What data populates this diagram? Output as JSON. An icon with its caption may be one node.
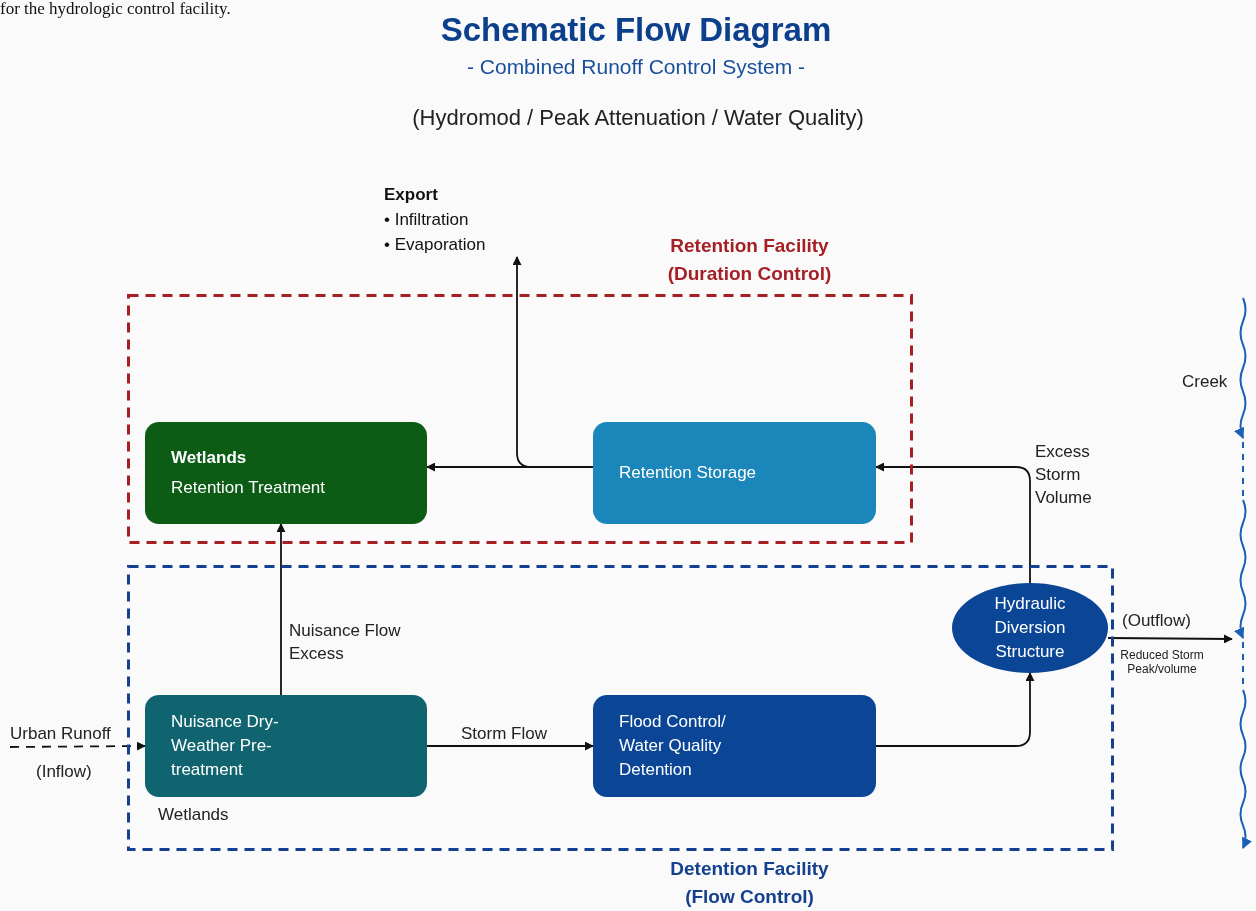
{
  "diagram": {
    "title": "Schematic Flow Diagram",
    "nodes": [
      {
        "text": [
          "Retention Facility (Duration Control)"
        ]
      },
      {
        "text": [
          "Wetlands",
          "Retention Treatment"
        ],
        "in": 0
      },
      {
        "text": [
          "Retention Storage"
        ],
        "in": 0
      },
      {
        "text": [
          "Detention Facility (Flow Control)"
        ]
      },
      {
        "text": [
          "Nuisance Dry-Weather Pre-treatment"
        ],
        "in": 3,
        "beside": [
          "Wetlands"
        ]
      },
      {
        "text": [
          "Flood Control/ Water Quality Detention"
        ],
        "in": 3
      },
      {
        "text": [
          "Hydraulic Diversion Structure"
        ],
        "in": 3
      },
      {
        "text": [
          "Export",
          "• Infiltration",
          "• Evaporation"
        ]
      },
      {
        "text": [],
        "shape": "line",
        "beside": [
          "Creek"
        ]
      }
    ],
    "edges": [
      {
        "from": null,
        "to": 4,
        "arrow": "to",
        "label": "Urban Runoff",
        "style": "dashed"
      },
      {
        "from": 4,
        "to": 1,
        "arrow": "to",
        "label": "Nuisance Flow Excess"
      },
      {
        "from": 4,
        "to": 5,
        "arrow": "to",
        "label": "Storm Flow"
      },
      {
        "from": 5,
        "to": 6,
        "arrow": "to"
      },
      {
        "from": 6,
        "to": 2,
        "arrow": "to",
        "label": "Excess Storm Volume"
      },
      {
        "from": 2,
        "to": 1,
        "arrow": "to"
      },
      {
        "from": 2,
        "to": 7,
        "arrow": "to"
      },
      {
        "from": 6,
        "to": 8,
        "arrow": "to",
        "label": "(Outflow)"
      }
    ],
    "labels": [
      "for the hydrologic control facility.",
      "- Combined Runoff Control System -",
      "(Hydromod / Peak Attenuation / Water Quality)",
      "(Inflow)",
      "Reduced Storm Peak/volume"
    ]
  }
}
